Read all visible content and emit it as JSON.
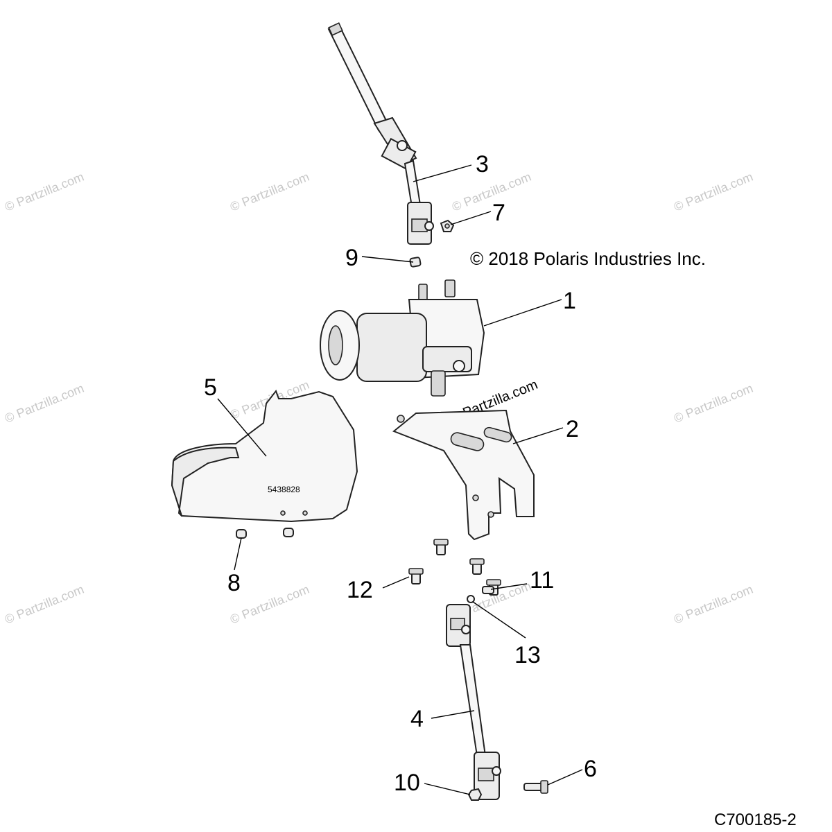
{
  "copyright": "© 2018 Polaris Industries Inc.",
  "diagram_code": "C700185-2",
  "watermark_text": "© Partzilla.com",
  "heat_shield_label": "5438828",
  "callouts": {
    "c1": "1",
    "c2": "2",
    "c3": "3",
    "c4": "4",
    "c5": "5",
    "c6": "6",
    "c7": "7",
    "c8": "8",
    "c9": "9",
    "c10": "10",
    "c11": "11",
    "c12": "12",
    "c13": "13"
  }
}
